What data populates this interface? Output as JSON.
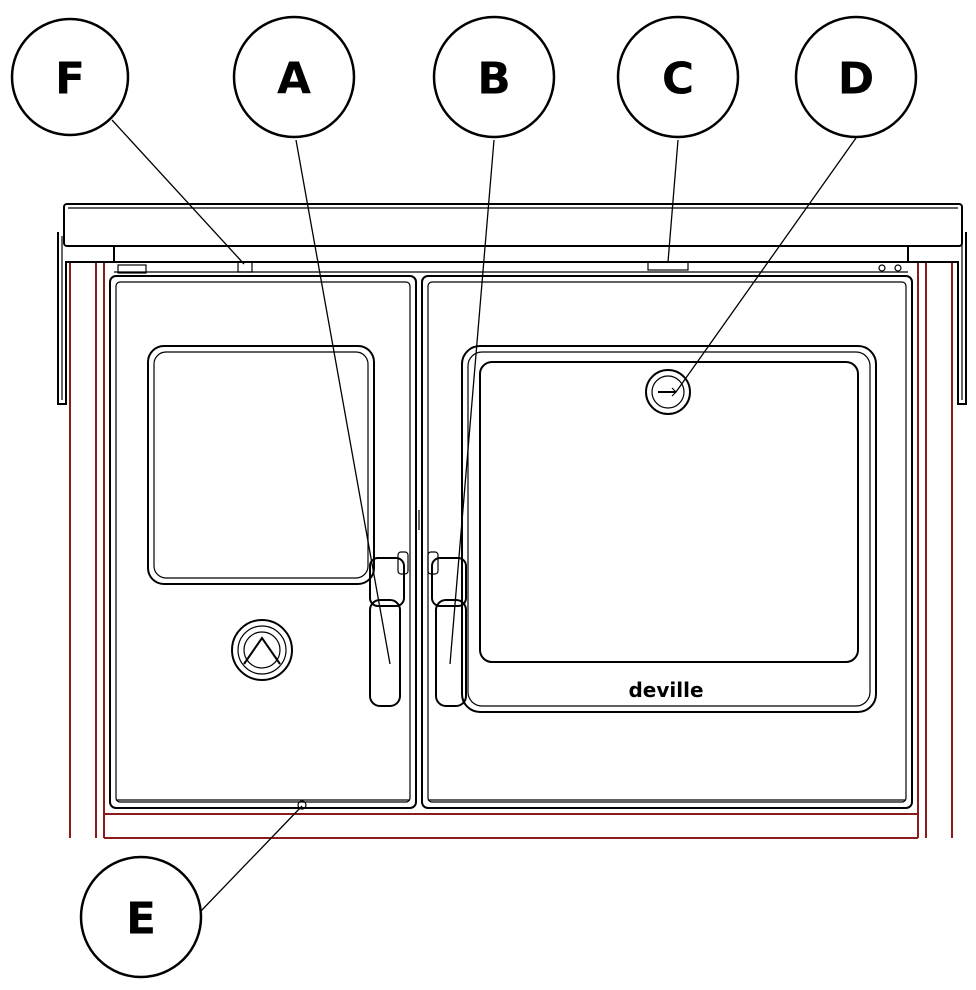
{
  "callouts": {
    "F": "F",
    "A": "A",
    "B": "B",
    "C": "C",
    "D": "D",
    "E": "E"
  },
  "brand_label": "deville",
  "colors": {
    "outline": "#000000",
    "frame_accent": "#8b1a1a",
    "background": "#ffffff"
  }
}
